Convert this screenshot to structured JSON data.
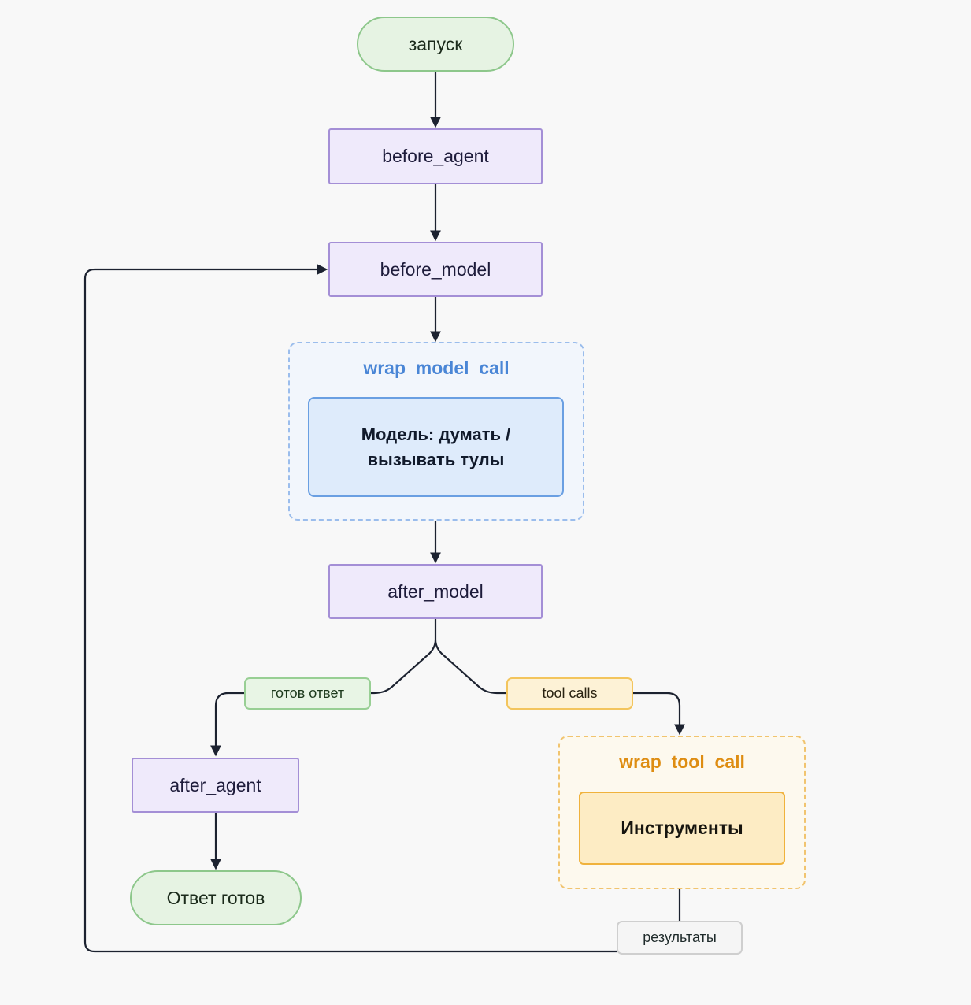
{
  "nodes": {
    "start": "запуск",
    "before_agent": "before_agent",
    "before_model": "before_model",
    "after_model": "after_model",
    "after_agent": "after_agent",
    "end": "Ответ готов"
  },
  "groups": {
    "model_call": {
      "title": "wrap_model_call",
      "inner": "Модель: думать /\nвызывать тулы"
    },
    "tool_call": {
      "title": "wrap_tool_call",
      "inner": "Инструменты"
    }
  },
  "edge_labels": {
    "ready": "готов ответ",
    "tool_calls": "tool calls",
    "results": "результаты"
  },
  "colors": {
    "edge": "#1c2230"
  }
}
